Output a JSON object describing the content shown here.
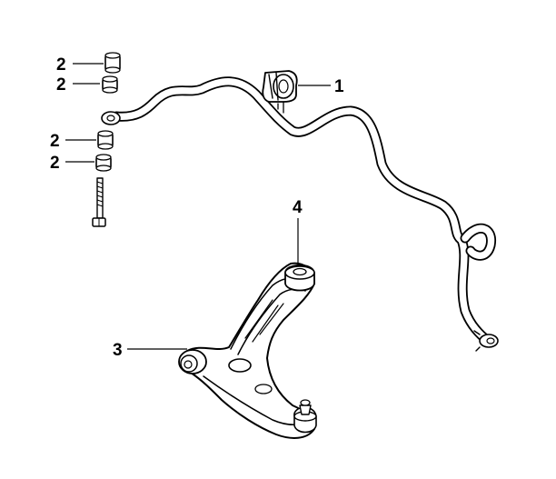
{
  "callouts": {
    "stabilizer_bushing": "1",
    "link_bushing_top_1": "2",
    "link_bushing_top_2": "2",
    "link_bushing_bottom_1": "2",
    "link_bushing_bottom_2": "2",
    "control_arm_front_bushing": "3",
    "control_arm_rear_bushing": "4"
  },
  "colors": {
    "ink": "#000000",
    "paper": "#ffffff"
  }
}
